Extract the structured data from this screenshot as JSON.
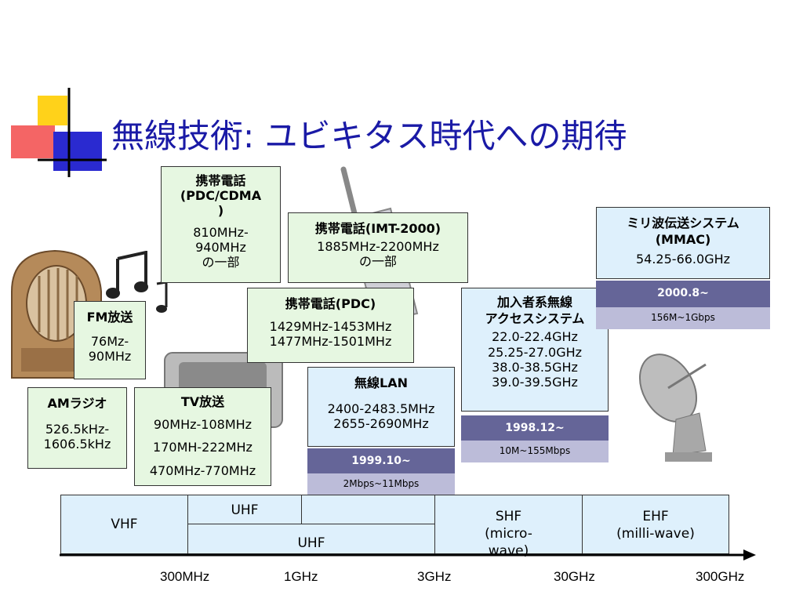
{
  "title": "無線技術:  ユビキタス時代への期待",
  "boxes": {
    "pdc_cdma": {
      "name": "携帯電話\n(PDC/CDMA\n)",
      "line1": "携帯電話",
      "line2": "(PDC/CDMA",
      "line3": ")",
      "freq1": "810MHz-",
      "freq2": "940MHz",
      "freq3": "の一部"
    },
    "imt2000": {
      "name": "携帯電話(IMT-2000)",
      "freq1": "1885MHz-2200MHz",
      "freq2": "の一部"
    },
    "pdc": {
      "name": "携帯電話(PDC)",
      "freq1": "1429MHz-1453MHz",
      "freq2": "1477MHz-1501MHz"
    },
    "fm": {
      "name": "FM放送",
      "freq1": "76Mz-",
      "freq2": "90MHz"
    },
    "am": {
      "name": "AMラジオ",
      "freq1": "526.5kHz-",
      "freq2": "1606.5kHz"
    },
    "tv": {
      "name": "TV放送",
      "freq1": "90MHz-108MHz",
      "freq2": "170MH-222MHz",
      "freq3": "470MHz-770MHz"
    },
    "lan": {
      "name": "無線LAN",
      "freq1": "2400-2483.5MHz",
      "freq2": "2655-2690MHz",
      "date": "1999.10~",
      "rate": "2Mbps~11Mbps"
    },
    "access": {
      "line1": "加入者系無線",
      "line2": "アクセスシステム",
      "freq1": "22.0-22.4GHz",
      "freq2": "25.25-27.0GHz",
      "freq3": "38.0-38.5GHz",
      "freq4": "39.0-39.5GHz",
      "date": "1998.12~",
      "rate": "10M~155Mbps"
    },
    "mmac": {
      "line1": "ミリ波伝送システム",
      "line2": "(MMAC)",
      "freq1": "54.25-66.0GHz",
      "date": "2000.8~",
      "rate": "156M~1Gbps"
    }
  },
  "bands": {
    "vhf": "VHF",
    "uhf_top": "UHF",
    "uhf_bottom": "UHF",
    "shf_1": "SHF",
    "shf_2": "(micro-",
    "shf_3": "wave)",
    "ehf_1": "EHF",
    "ehf_2": "(milli-wave)"
  },
  "axis_ticks": [
    "300MHz",
    "1GHz",
    "3GHz",
    "30GHz",
    "300GHz"
  ],
  "colors": {
    "title": "#1a1aa6",
    "green_box": "#e6f7e1",
    "blue_box": "#def0fc",
    "badge_dark": "#656598",
    "badge_light": "#bcbcd9"
  },
  "icons": [
    "slide-logo-icon",
    "radio-icon",
    "music-note-icon",
    "cellphone-icon",
    "television-icon",
    "satellite-dish-icon"
  ]
}
